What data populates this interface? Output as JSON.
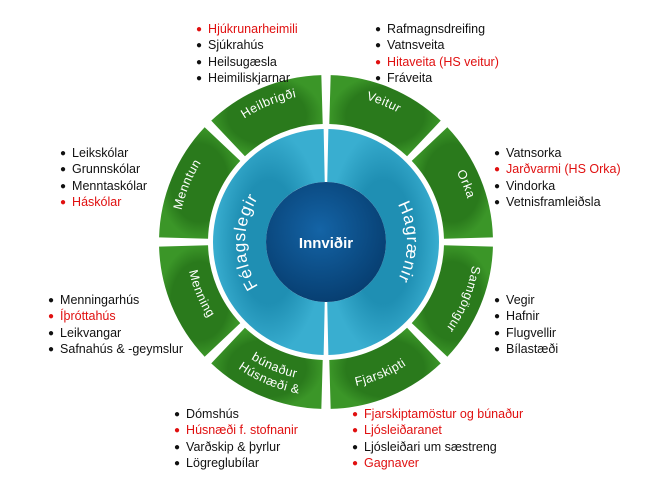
{
  "center": {
    "label": "Innviðir"
  },
  "halves": {
    "left": "Félagslegir",
    "right": "Hagrænir"
  },
  "segments": [
    {
      "id": "heilbrigdi",
      "label": "Heilbrigði"
    },
    {
      "id": "veitur",
      "label": "Veitur"
    },
    {
      "id": "orka",
      "label": "Orka"
    },
    {
      "id": "samgongur",
      "label": "Samgöngur"
    },
    {
      "id": "fjarskipti",
      "label": "Fjarskipti"
    },
    {
      "id": "husnaedi",
      "label": "Húsnæði &",
      "label2": "búnaður"
    },
    {
      "id": "menning",
      "label": "Menning"
    },
    {
      "id": "menntun",
      "label": "Menntun"
    }
  ],
  "lists": {
    "heilbrigdi": [
      {
        "text": "Hjúkrunarheimili",
        "highlight": true
      },
      {
        "text": "Sjúkrahús",
        "highlight": false
      },
      {
        "text": "Heilsugæsla",
        "highlight": false
      },
      {
        "text": "Heimiliskjarnar",
        "highlight": false
      }
    ],
    "veitur": [
      {
        "text": "Rafmagnsdreifing",
        "highlight": false
      },
      {
        "text": "Vatnsveita",
        "highlight": false
      },
      {
        "text": "Hitaveita (HS veitur)",
        "highlight": true
      },
      {
        "text": "Fráveita",
        "highlight": false
      }
    ],
    "menntun": [
      {
        "text": "Leikskólar",
        "highlight": false
      },
      {
        "text": "Grunnskólar",
        "highlight": false
      },
      {
        "text": "Menntaskólar",
        "highlight": false
      },
      {
        "text": "Háskólar",
        "highlight": true
      }
    ],
    "orka": [
      {
        "text": "Vatnsorka",
        "highlight": false
      },
      {
        "text": "Jarðvarmi (HS Orka)",
        "highlight": true
      },
      {
        "text": "Vindorka",
        "highlight": false
      },
      {
        "text": "Vetnisframleiðsla",
        "highlight": false
      }
    ],
    "menning": [
      {
        "text": "Menningarhús",
        "highlight": false
      },
      {
        "text": "Íþróttahús",
        "highlight": true
      },
      {
        "text": "Leikvangar",
        "highlight": false
      },
      {
        "text": "Safnahús & -geymslur",
        "highlight": false
      }
    ],
    "samgongur": [
      {
        "text": "Vegir",
        "highlight": false
      },
      {
        "text": "Hafnir",
        "highlight": false
      },
      {
        "text": "Flugvellir",
        "highlight": false
      },
      {
        "text": "Bílastæði",
        "highlight": false
      }
    ],
    "husnaedi": [
      {
        "text": "Dómshús",
        "highlight": false
      },
      {
        "text": "Húsnæði f. stofnanir",
        "highlight": true
      },
      {
        "text": "Varðskip & þyrlur",
        "highlight": false
      },
      {
        "text": "Lögreglubílar",
        "highlight": false
      }
    ],
    "fjarskipti": [
      {
        "text": "Fjarskiptamöstur og búnaður",
        "highlight": true
      },
      {
        "text": "Ljósleiðaranet",
        "highlight": true
      },
      {
        "text": "Ljósleiðari um sæstreng",
        "highlight": false
      },
      {
        "text": "Gagnaver",
        "highlight": true
      }
    ]
  },
  "colors": {
    "ring_green": "#2e7d1f",
    "ring_green_light": "#3f9a2a",
    "inner_teal": "#2a9fc0",
    "center_navy": "#0a4f8a",
    "highlight": "#e01010",
    "text": "#111111"
  }
}
